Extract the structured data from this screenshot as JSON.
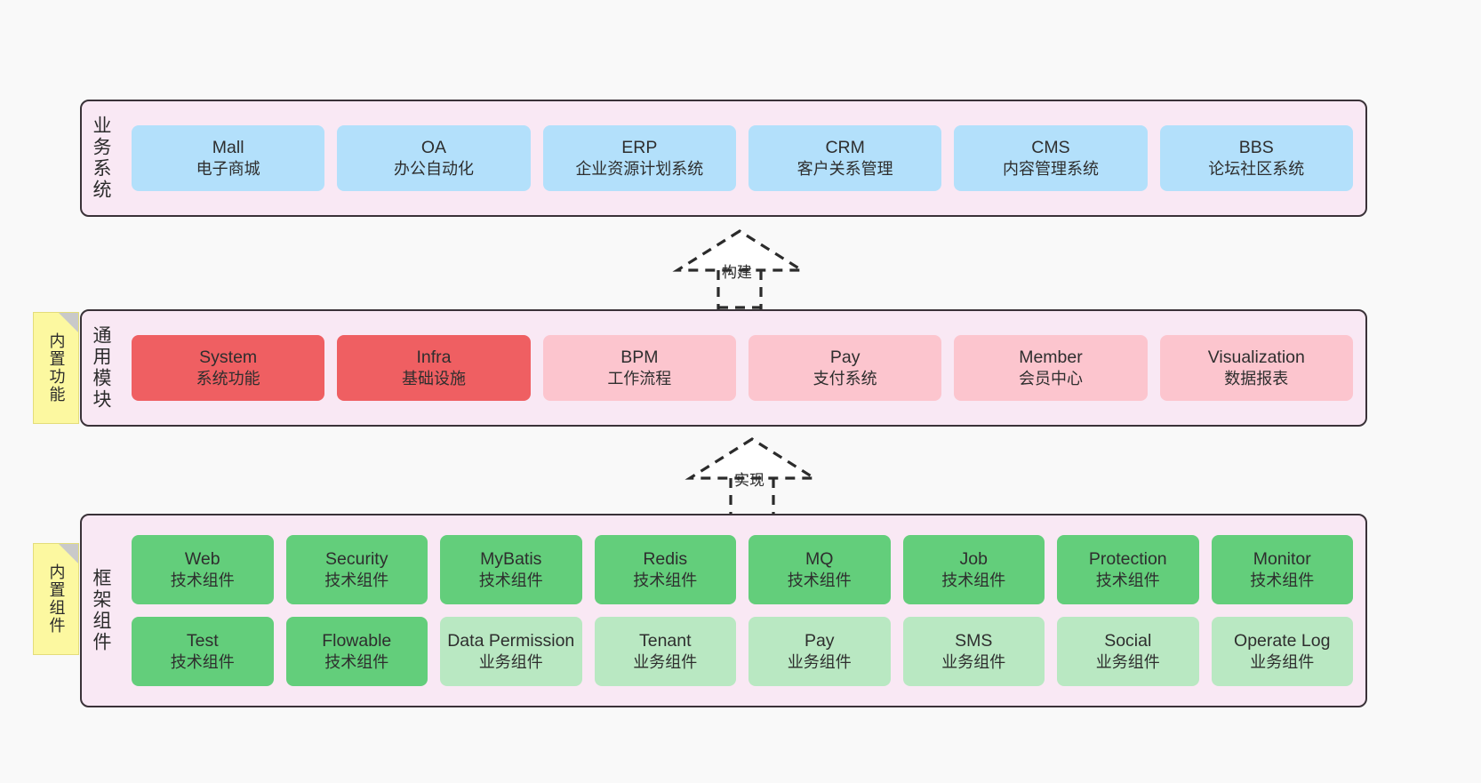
{
  "diagram": {
    "layers": [
      {
        "id": "business",
        "title": "业务系统",
        "rows": [
          [
            {
              "name": "Mall",
              "desc": "电子商城",
              "color": "#b3e0fb"
            },
            {
              "name": "OA",
              "desc": "办公自动化",
              "color": "#b3e0fb"
            },
            {
              "name": "ERP",
              "desc": "企业资源计划系统",
              "color": "#b3e0fb"
            },
            {
              "name": "CRM",
              "desc": "客户关系管理",
              "color": "#b3e0fb"
            },
            {
              "name": "CMS",
              "desc": "内容管理系统",
              "color": "#b3e0fb"
            },
            {
              "name": "BBS",
              "desc": "论坛社区系统",
              "color": "#b3e0fb"
            }
          ]
        ]
      },
      {
        "id": "common",
        "title": "通用模块",
        "sticky": "内置功能",
        "rows": [
          [
            {
              "name": "System",
              "desc": "系统功能",
              "color": "#ef5f62"
            },
            {
              "name": "Infra",
              "desc": "基础设施",
              "color": "#ef5f62"
            },
            {
              "name": "BPM",
              "desc": "工作流程",
              "color": "#fcc5ce"
            },
            {
              "name": "Pay",
              "desc": "支付系统",
              "color": "#fcc5ce"
            },
            {
              "name": "Member",
              "desc": "会员中心",
              "color": "#fcc5ce"
            },
            {
              "name": "Visualization",
              "desc": "数据报表",
              "color": "#fcc5ce"
            }
          ]
        ]
      },
      {
        "id": "frame",
        "title": "框架组件",
        "sticky": "内置组件",
        "rows": [
          [
            {
              "name": "Web",
              "desc": "技术组件",
              "color": "#63ce7b"
            },
            {
              "name": "Security",
              "desc": "技术组件",
              "color": "#63ce7b"
            },
            {
              "name": "MyBatis",
              "desc": "技术组件",
              "color": "#63ce7b"
            },
            {
              "name": "Redis",
              "desc": "技术组件",
              "color": "#63ce7b"
            },
            {
              "name": "MQ",
              "desc": "技术组件",
              "color": "#63ce7b"
            },
            {
              "name": "Job",
              "desc": "技术组件",
              "color": "#63ce7b"
            },
            {
              "name": "Protection",
              "desc": "技术组件",
              "color": "#63ce7b"
            },
            {
              "name": "Monitor",
              "desc": "技术组件",
              "color": "#63ce7b"
            }
          ],
          [
            {
              "name": "Test",
              "desc": "技术组件",
              "color": "#63ce7b"
            },
            {
              "name": "Flowable",
              "desc": "技术组件",
              "color": "#63ce7b"
            },
            {
              "name": "Data Permission",
              "desc": "业务组件",
              "color": "#b9e8c2"
            },
            {
              "name": "Tenant",
              "desc": "业务组件",
              "color": "#b9e8c2"
            },
            {
              "name": "Pay",
              "desc": "业务组件",
              "color": "#b9e8c2"
            },
            {
              "name": "SMS",
              "desc": "业务组件",
              "color": "#b9e8c2"
            },
            {
              "name": "Social",
              "desc": "业务组件",
              "color": "#b9e8c2"
            },
            {
              "name": "Operate Log",
              "desc": "业务组件",
              "color": "#b9e8c2"
            }
          ]
        ]
      }
    ],
    "connectors": [
      {
        "id": "build",
        "label": "构建",
        "style": "dashed-generalization"
      },
      {
        "id": "impl",
        "label": "实现",
        "style": "dashed-generalization"
      }
    ],
    "palette": {
      "background": "#f9f9f9",
      "layer_fill": "#f9e8f4",
      "layer_border": "#3a3238",
      "sticky_fill": "#fcf8a0",
      "sticky_fold": "#c9c9c9",
      "blue": "#b3e0fb",
      "red": "#ef5f62",
      "pink": "#fcc5ce",
      "green": "#63ce7b",
      "light_green": "#b9e8c2",
      "text": "#2e2e2e"
    }
  }
}
